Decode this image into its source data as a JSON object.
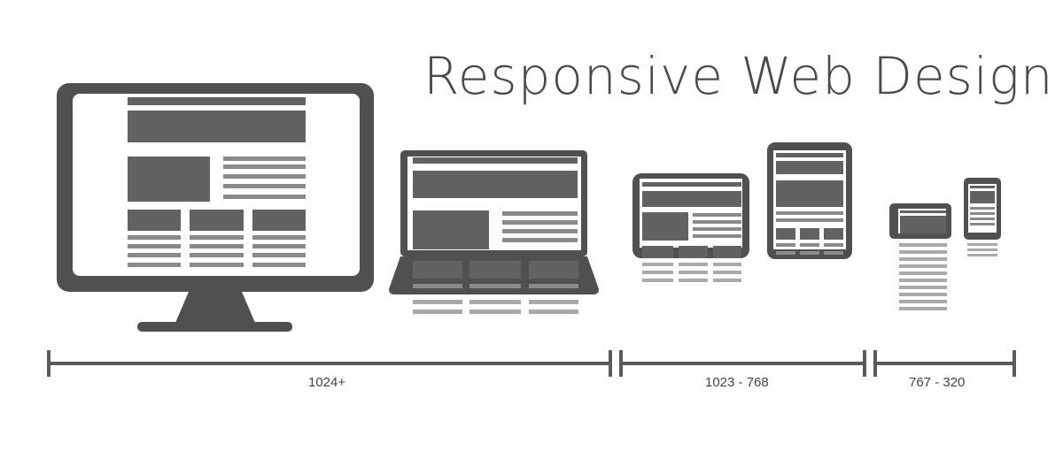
{
  "title": "Responsive Web Design",
  "colors": {
    "device_dark": "#505050",
    "block": "#626262",
    "line": "#8a8a8a",
    "faint_line": "#a9a9a9",
    "screen_bg": "#ffffff"
  },
  "devices": [
    {
      "name": "desktop-monitor"
    },
    {
      "name": "laptop"
    },
    {
      "name": "tablet-landscape"
    },
    {
      "name": "tablet-portrait"
    },
    {
      "name": "phone-landscape"
    },
    {
      "name": "phone-portrait"
    }
  ],
  "ranges": [
    {
      "label": "1024+"
    },
    {
      "label": "1023 - 768"
    },
    {
      "label": "767 - 320"
    }
  ]
}
